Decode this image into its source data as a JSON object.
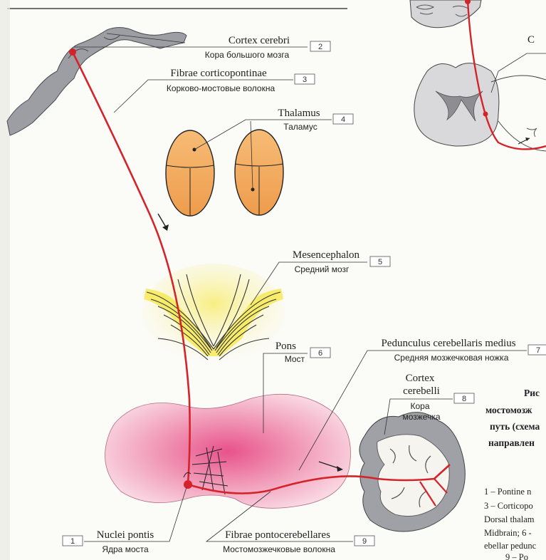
{
  "labels": {
    "cortex_cerebri": {
      "latin": "Cortex cerebri",
      "russian": "Кора большого мозга",
      "number": "2"
    },
    "fibrae_corticopontinae": {
      "latin": "Fibrae corticopontinae",
      "russian": "Корково-мостовые волокна",
      "number": "3"
    },
    "thalamus": {
      "latin": "Thalamus",
      "russian": "Таламус",
      "number": "4"
    },
    "mesencephalon": {
      "latin": "Mesencephalon",
      "russian": "Средний мозг",
      "number": "5"
    },
    "pons": {
      "latin": "Pons",
      "russian": "Мост",
      "number": "6"
    },
    "pedunculus": {
      "latin": "Pedunculus cerebellaris medius",
      "russian": "Средняя мозжечковая ножка",
      "number": "7"
    },
    "cortex_cerebelli": {
      "latin_1": "Cortex",
      "latin_2": "cerebelli",
      "russian_1": "Кора",
      "russian_2": "мозжечка",
      "number": "8"
    },
    "fibrae_pontocerebellares": {
      "latin": "Fibrae pontocerebellares",
      "russian": "Мостомозжечковые волокна",
      "number": "9"
    },
    "nuclei_pontis": {
      "latin": "Nuclei pontis",
      "russian": "Ядра моста",
      "number": "1"
    }
  },
  "inset_label": "C",
  "caption": {
    "title_lines": [
      "Рис",
      "мостомозж",
      "путь (схема",
      "направлен"
    ],
    "legend_lines": [
      "1 – Pontine n",
      "3 – Corticopo",
      "Dorsal thalam",
      "Midbrain; 6 -",
      "ebellar pedunc",
      "9 – Po"
    ]
  },
  "colors": {
    "pathway": "#d4232a",
    "cortex_gray": "#9a9ba0",
    "thalamus_orange": "#f2a65a",
    "midbrain_yellow": "#f5e23a",
    "pons_pink": "#ec7fa0"
  }
}
